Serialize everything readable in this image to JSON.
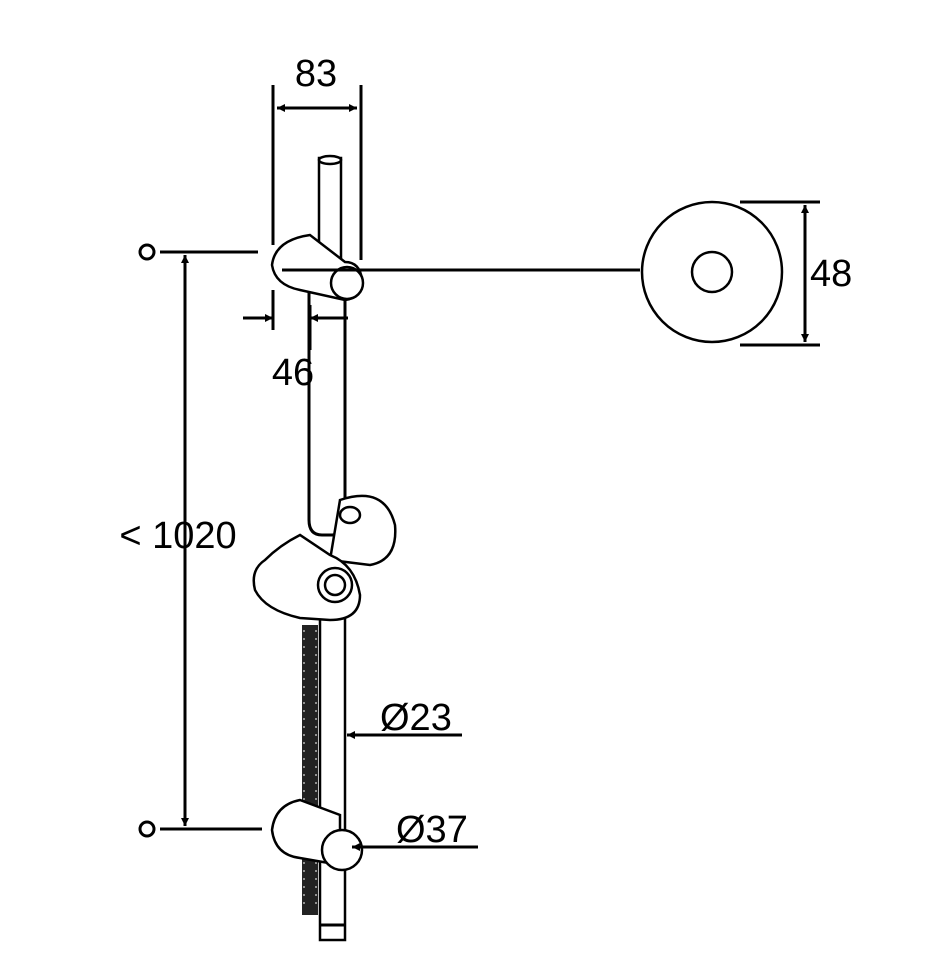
{
  "drawing": {
    "dimensions": {
      "width_top": "83",
      "bracket_depth": "46",
      "rosette_diameter": "48",
      "height": "< 1020",
      "rod_diameter": "Ø23",
      "holder_diameter": "Ø37"
    }
  },
  "colors": {
    "line": "#000000",
    "background": "#ffffff"
  }
}
